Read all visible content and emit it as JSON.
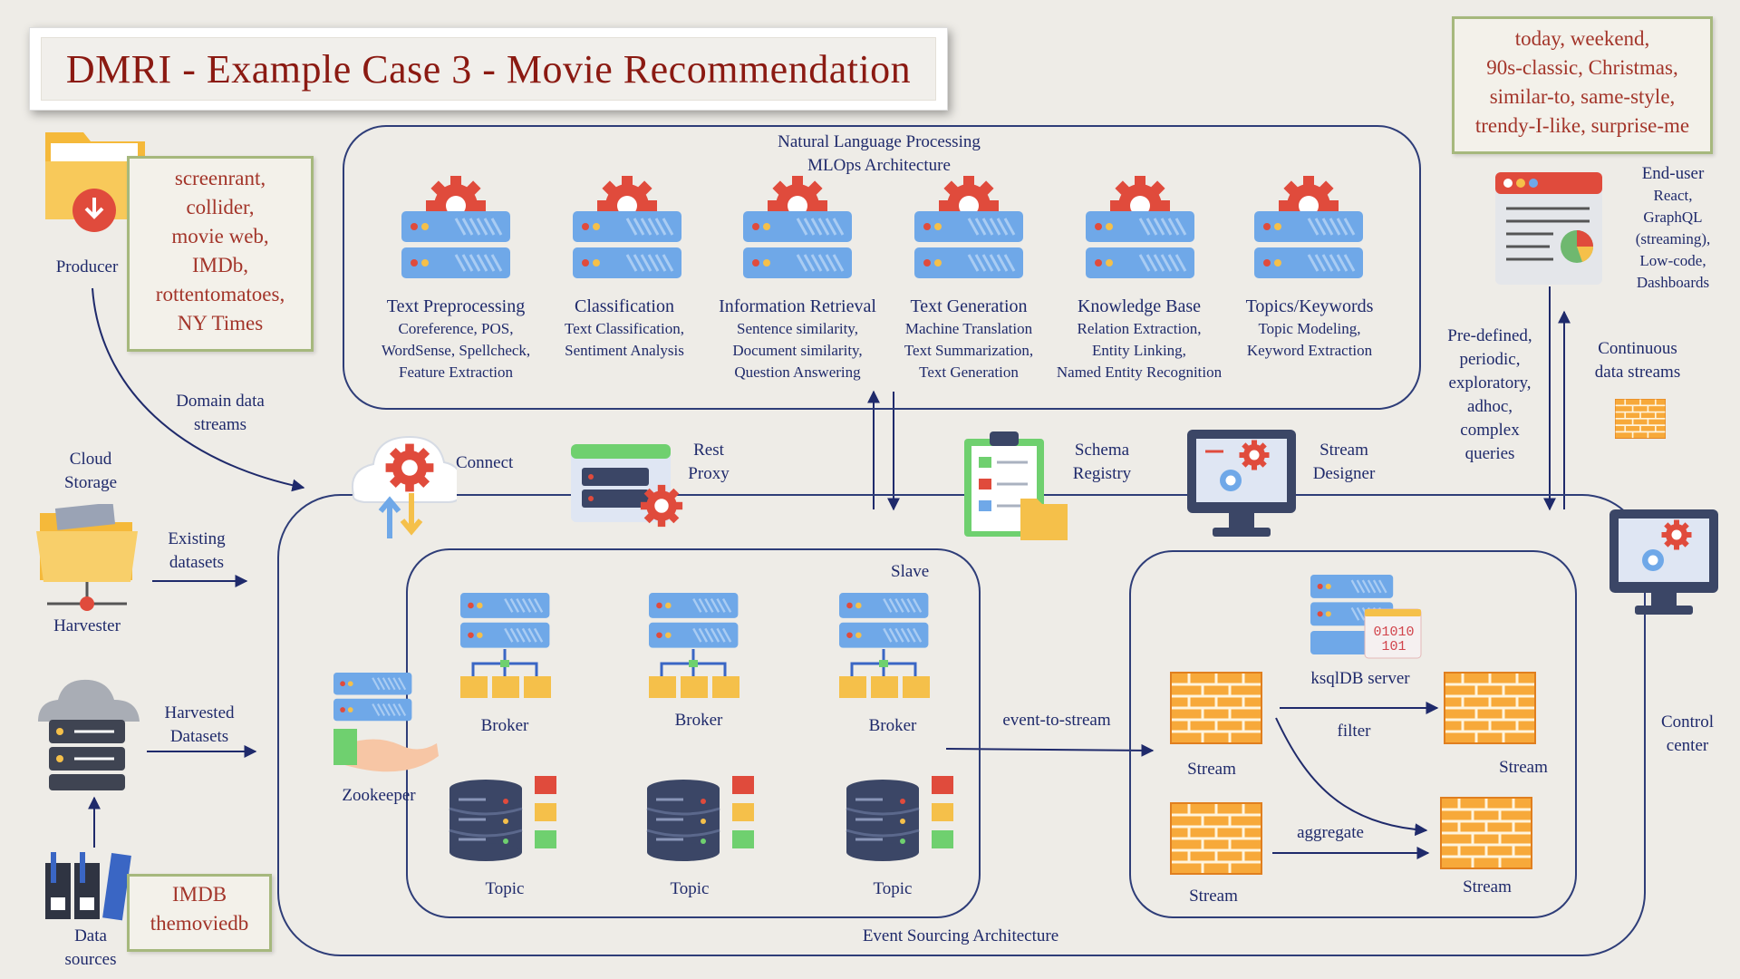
{
  "title": "DMRI - Example Case 3 - Movie Recommendation",
  "query_tags": [
    "today, weekend,",
    "90s-classic, Christmas,",
    "similar-to, same-style,",
    "trendy-I-like, surprise-me"
  ],
  "producer": {
    "label": "Producer",
    "sources": [
      "screenrant,",
      "collider,",
      "movie web,",
      "IMDb,",
      "rottentomatoes,",
      "NY Times"
    ]
  },
  "domain_streams": [
    "Domain data",
    "streams"
  ],
  "cloud_storage": [
    "Cloud",
    "Storage"
  ],
  "harvester": "Harvester",
  "existing_datasets": [
    "Existing",
    "datasets"
  ],
  "harvested_datasets": [
    "Harvested",
    "Datasets"
  ],
  "data_sources": {
    "label": [
      "Data",
      "sources"
    ],
    "names": [
      "IMDB",
      "themoviedb"
    ]
  },
  "nlp": {
    "header": [
      "Natural Language Processing",
      "MLOps Architecture"
    ],
    "items": [
      {
        "title": "Text Preprocessing",
        "sub": [
          "Coreference, POS,",
          "WordSense, Spellcheck,",
          "Feature Extraction"
        ]
      },
      {
        "title": "Classification",
        "sub": [
          "Text Classification,",
          "Sentiment Analysis"
        ]
      },
      {
        "title": "Information Retrieval",
        "sub": [
          "Sentence similarity,",
          "Document similarity,",
          "Question Answering"
        ]
      },
      {
        "title": "Text Generation",
        "sub": [
          "Machine Translation",
          "Text Summarization,",
          "Text Generation"
        ]
      },
      {
        "title": "Knowledge Base",
        "sub": [
          "Relation Extraction,",
          "Entity Linking,",
          "Named Entity Recognition"
        ]
      },
      {
        "title": "Topics/Keywords",
        "sub": [
          "Topic Modeling,",
          "Keyword Extraction"
        ]
      }
    ]
  },
  "connect": "Connect",
  "rest_proxy": [
    "Rest",
    "Proxy"
  ],
  "schema_registry": [
    "Schema",
    "Registry"
  ],
  "stream_designer": [
    "Stream",
    "Designer"
  ],
  "end_user": {
    "title": "End-user",
    "items": [
      "React,",
      "GraphQL",
      "(streaming),",
      "Low-code,",
      "Dashboards"
    ]
  },
  "queries": [
    "Pre-defined,",
    "periodic,",
    "exploratory,",
    "adhoc,",
    "complex",
    "queries"
  ],
  "continuous_streams": [
    "Continuous",
    "data streams"
  ],
  "control_center": [
    "Control",
    "center"
  ],
  "kafka": {
    "slave": "Slave",
    "zookeeper": "Zookeeper",
    "brokers": [
      "Broker",
      "Broker",
      "Broker"
    ],
    "topics": [
      "Topic",
      "Topic",
      "Topic"
    ],
    "footer": "Event Sourcing Architecture"
  },
  "event_to_stream": "event-to-stream",
  "ksql": {
    "server": "ksqlDB server",
    "binary": [
      "01010",
      "101"
    ],
    "streams": [
      "Stream",
      "Stream",
      "Stream",
      "Stream"
    ],
    "filter": "filter",
    "aggregate": "aggregate"
  },
  "colors": {
    "title": "#8b1a12",
    "text": "#1f2a6b",
    "server": "#6fa8e8",
    "gear": "#e04b3c",
    "folder": "#f5c04a",
    "stream": "#f39c3a",
    "box_border": "#a6b87d",
    "db": "#3b4666"
  }
}
